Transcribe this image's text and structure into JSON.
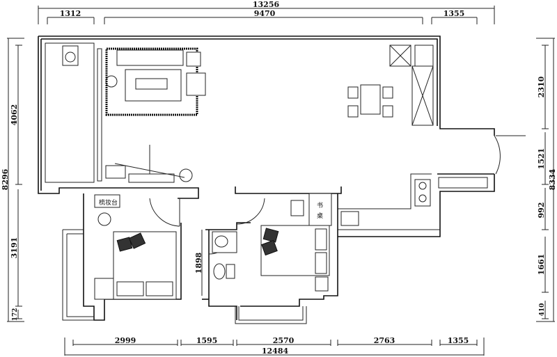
{
  "plan": {
    "dimensions_top": {
      "overall": "13256",
      "segments": [
        "1312",
        "9470",
        "1355"
      ]
    },
    "dimensions_bottom": {
      "overall": "12484",
      "segments": [
        "2999",
        "1595",
        "2570",
        "2763",
        "1355"
      ]
    },
    "dimensions_left": {
      "overall": "8296",
      "segments": [
        "4062",
        "3191",
        "172"
      ]
    },
    "dimensions_right": {
      "overall": "8334",
      "segments": [
        "2310",
        "1521",
        "992",
        "1661",
        "410"
      ]
    },
    "bathroom_dimension": "1898",
    "labels": {
      "dressing_table": "梳妆台",
      "desk_1": "书",
      "desk_2": "桌"
    }
  }
}
